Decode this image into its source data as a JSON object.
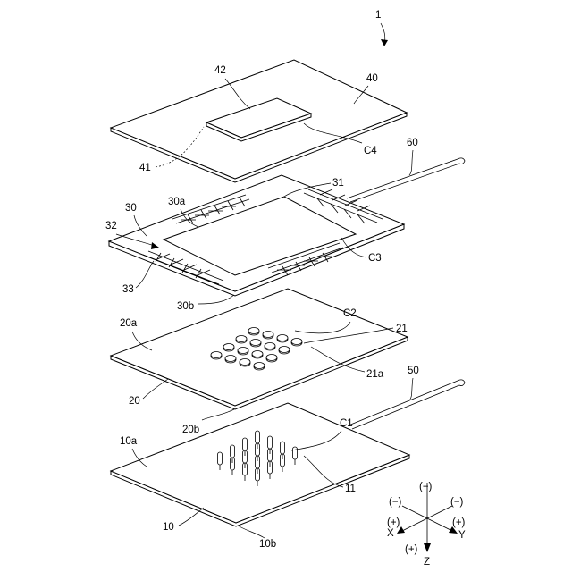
{
  "figure_label": "1",
  "layer_40": {
    "ref": "40",
    "window_ref": "42",
    "cavity_ref": "41",
    "connection_ref": "C4"
  },
  "layer_30": {
    "ref": "30",
    "top_surface_ref": "30a",
    "bottom_surface_ref": "30b",
    "opening_ref": "31",
    "terminal_ref": "32",
    "pattern_ref": "33",
    "connection_ref": "C3"
  },
  "layer_20": {
    "ref": "20",
    "top_surface_ref": "20a",
    "bottom_surface_ref": "20b",
    "element_ref": "21",
    "element_surface_ref": "21a",
    "connection_ref": "C2"
  },
  "layer_10": {
    "ref": "10",
    "top_surface_ref": "10a",
    "bottom_surface_ref": "10b",
    "pin_ref": "11",
    "connection_ref": "C1"
  },
  "cables": {
    "upper_ref": "60",
    "lower_ref": "50"
  },
  "axes": {
    "x_label": "X",
    "y_label": "Y",
    "z_label": "Z",
    "minus_sign": "(−)",
    "plus_sign": "(+)"
  }
}
